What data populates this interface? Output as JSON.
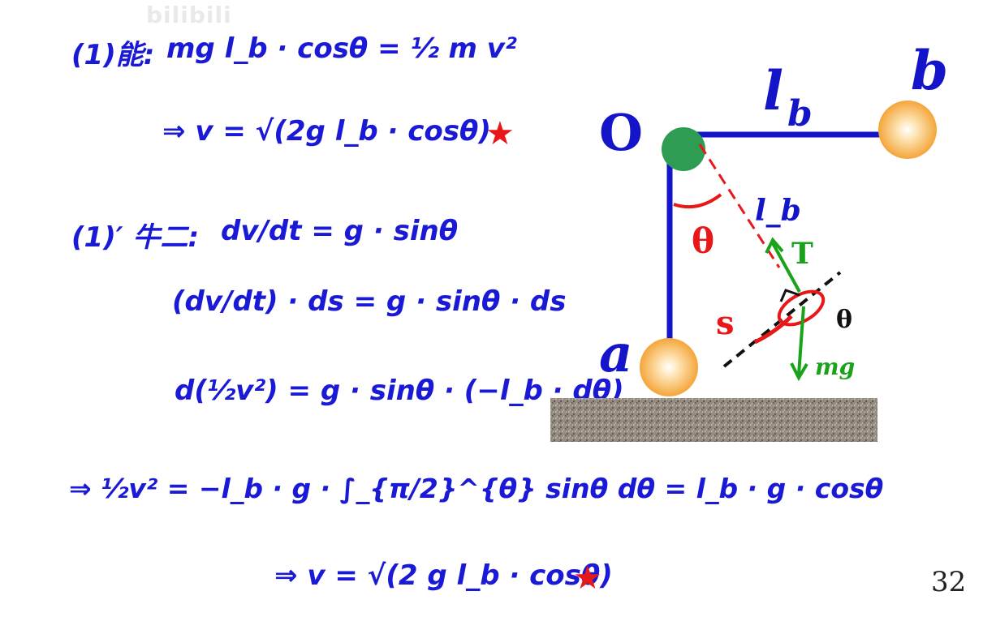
{
  "watermark": "bilibili",
  "slide_number": "32",
  "notes": {
    "line1_label": "(1)能:",
    "line1_eq": "mg l_b · cosθ = ½ m v²",
    "line2_eq": "⇒ v = √(2g l_b · cosθ)",
    "line3_label": "(1)′ 牛二:",
    "line3_eq": "dv/dt = g · sinθ",
    "line4_eq": "(dv/dt) · ds = g · sinθ · ds",
    "line5_eq": "d(½v²) = g · sinθ · (−l_b · dθ)",
    "line6_eq": "⇒ ½v² = −l_b · g · ∫_{π/2}^{θ} sinθ dθ = l_b · g · cosθ",
    "line7_eq": "⇒ v = √(2 g l_b · cosθ)",
    "star": "★"
  },
  "diagram": {
    "label_O": "O",
    "label_lb_italic": "l",
    "label_lb_sub": "b",
    "label_b": "b",
    "label_a": "a",
    "label_theta": "θ",
    "label_lb_hand": "l_b",
    "label_T": "T",
    "label_s": "s",
    "label_theta_small": "θ",
    "label_mg": "mg",
    "colors": {
      "rod": "#1414c8",
      "pivot": "#2e9c52",
      "ball": "#f4a53a",
      "ground": "#8c8478",
      "annotation_red": "#e81818",
      "annotation_green": "#1aa31a"
    }
  }
}
